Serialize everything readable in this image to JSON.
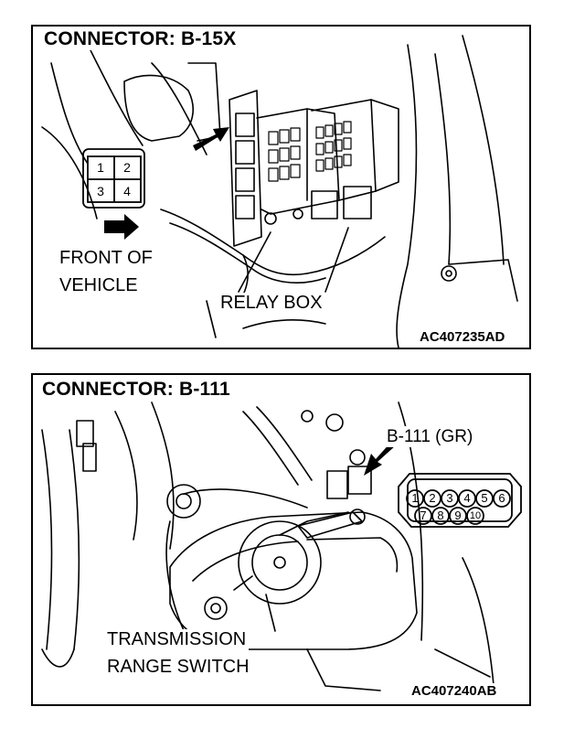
{
  "panel1": {
    "title": "CONNECTOR: B-15X",
    "front_label_line1": "FRONT OF",
    "front_label_line2": "VEHICLE",
    "relay_label": "RELAY BOX",
    "code": "AC407235AD",
    "pins": [
      "1",
      "2",
      "3",
      "4"
    ]
  },
  "panel2": {
    "title": "CONNECTOR: B-111",
    "connector_label": "B-111 (GR)",
    "switch_label_line1": "TRANSMISSION",
    "switch_label_line2": "RANGE SWITCH",
    "code": "AC407240AB",
    "pins_top": [
      "1",
      "2",
      "3",
      "4",
      "5",
      "6"
    ],
    "pins_bottom": [
      "7",
      "8",
      "9",
      "10"
    ]
  }
}
